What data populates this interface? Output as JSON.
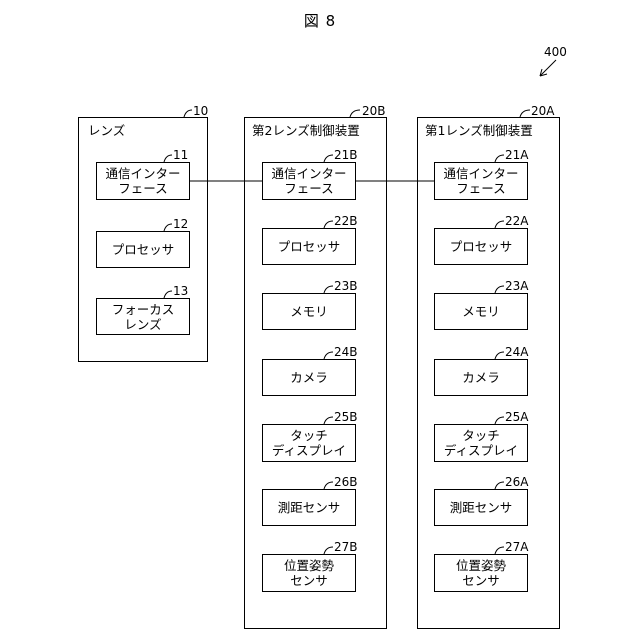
{
  "figure_title": "図 8",
  "system_ref": "400",
  "groups": {
    "lens": {
      "ref": "10",
      "title": "レンズ",
      "components": [
        {
          "ref": "11",
          "label": "通信インター\nフェース"
        },
        {
          "ref": "12",
          "label": "プロセッサ"
        },
        {
          "ref": "13",
          "label": "フォーカス\nレンズ"
        }
      ]
    },
    "second_controller": {
      "ref": "20B",
      "title": "第2レンズ制御装置",
      "components": [
        {
          "ref": "21B",
          "label": "通信インター\nフェース"
        },
        {
          "ref": "22B",
          "label": "プロセッサ"
        },
        {
          "ref": "23B",
          "label": "メモリ"
        },
        {
          "ref": "24B",
          "label": "カメラ"
        },
        {
          "ref": "25B",
          "label": "タッチ\nディスプレイ"
        },
        {
          "ref": "26B",
          "label": "測距センサ"
        },
        {
          "ref": "27B",
          "label": "位置姿勢\nセンサ"
        }
      ]
    },
    "first_controller": {
      "ref": "20A",
      "title": "第1レンズ制御装置",
      "components": [
        {
          "ref": "21A",
          "label": "通信インター\nフェース"
        },
        {
          "ref": "22A",
          "label": "プロセッサ"
        },
        {
          "ref": "23A",
          "label": "メモリ"
        },
        {
          "ref": "24A",
          "label": "カメラ"
        },
        {
          "ref": "25A",
          "label": "タッチ\nディスプレイ"
        },
        {
          "ref": "26A",
          "label": "測距センサ"
        },
        {
          "ref": "27A",
          "label": "位置姿勢\nセンサ"
        }
      ]
    }
  }
}
